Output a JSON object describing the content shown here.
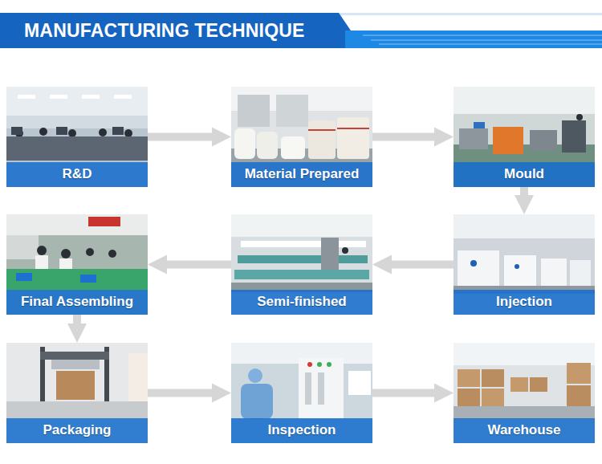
{
  "diagram": {
    "title": "MANUFACTURING TECHNIQUE",
    "nodes": [
      {
        "text": [
          "R&D"
        ]
      },
      {
        "text": [
          "Material Prepared"
        ]
      },
      {
        "text": [
          "Mould"
        ]
      },
      {
        "text": [
          "Final Assembling"
        ]
      },
      {
        "text": [
          "Semi-finished"
        ]
      },
      {
        "text": [
          "Injection"
        ]
      },
      {
        "text": [
          "Packaging"
        ]
      },
      {
        "text": [
          "Inspection"
        ]
      },
      {
        "text": [
          "Warehouse"
        ]
      }
    ],
    "edges": [
      {
        "from": 0,
        "to": 1,
        "arrow": "to"
      },
      {
        "from": 1,
        "to": 2,
        "arrow": "to"
      },
      {
        "from": 2,
        "to": 5,
        "arrow": "to"
      },
      {
        "from": 5,
        "to": 4,
        "arrow": "to"
      },
      {
        "from": 4,
        "to": 3,
        "arrow": "to"
      },
      {
        "from": 3,
        "to": 6,
        "arrow": "to"
      },
      {
        "from": 6,
        "to": 7,
        "arrow": "to"
      },
      {
        "from": 7,
        "to": 8,
        "arrow": "to"
      }
    ]
  }
}
